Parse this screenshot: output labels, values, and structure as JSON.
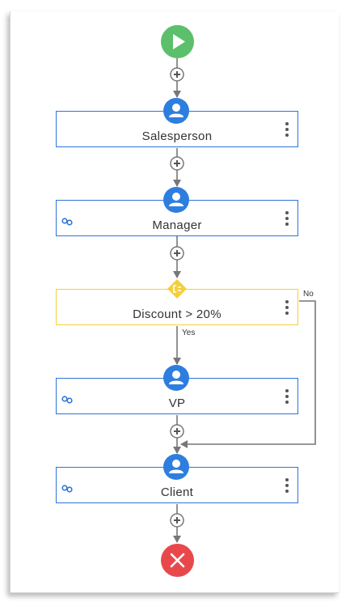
{
  "workflow": {
    "nodes": [
      {
        "label": "Salesperson",
        "type": "approver",
        "icon": "person-icon",
        "has_link": false
      },
      {
        "label": "Manager",
        "type": "approver",
        "icon": "person-icon",
        "has_link": true
      },
      {
        "label": "Discount > 20%",
        "type": "condition",
        "icon": "condition-icon",
        "has_link": false
      },
      {
        "label": "VP",
        "type": "approver",
        "icon": "person-icon",
        "has_link": true
      },
      {
        "label": "Client",
        "type": "approver",
        "icon": "person-icon",
        "has_link": true
      }
    ],
    "branches": {
      "yes_label": "Yes",
      "no_label": "No"
    },
    "start": {
      "icon": "play-icon",
      "color": "#5cbf6b"
    },
    "end": {
      "icon": "close-icon",
      "color": "#e8484c"
    }
  },
  "colors": {
    "approver_border": "#2e74d8",
    "condition_border": "#f5cf3b",
    "person_icon_bg": "#2e7ee0",
    "connector": "#777777"
  }
}
